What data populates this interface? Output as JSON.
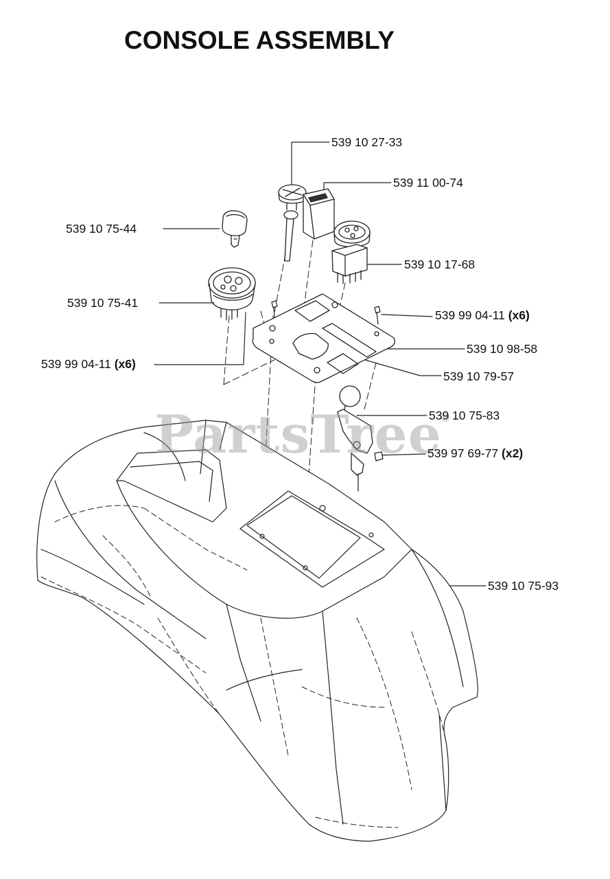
{
  "title": "CONSOLE ASSEMBLY",
  "watermark": "PartsTree",
  "trademark": "TM",
  "parts": [
    {
      "number": "539 10 27-33",
      "qty": ""
    },
    {
      "number": "539 11 00-74",
      "qty": ""
    },
    {
      "number": "539 10 75-44",
      "qty": ""
    },
    {
      "number": "539 10 17-68",
      "qty": ""
    },
    {
      "number": "539 10 75-41",
      "qty": ""
    },
    {
      "number": "539 99 04-11",
      "qty": "(x6)"
    },
    {
      "number": "539 10 98-58",
      "qty": ""
    },
    {
      "number": "539 99 04-11",
      "qty": "(x6)"
    },
    {
      "number": "539 10 79-57",
      "qty": ""
    },
    {
      "number": "539 10 75-83",
      "qty": ""
    },
    {
      "number": "539 97 69-77",
      "qty": "(x2)"
    },
    {
      "number": "539 10 75-93",
      "qty": ""
    }
  ]
}
